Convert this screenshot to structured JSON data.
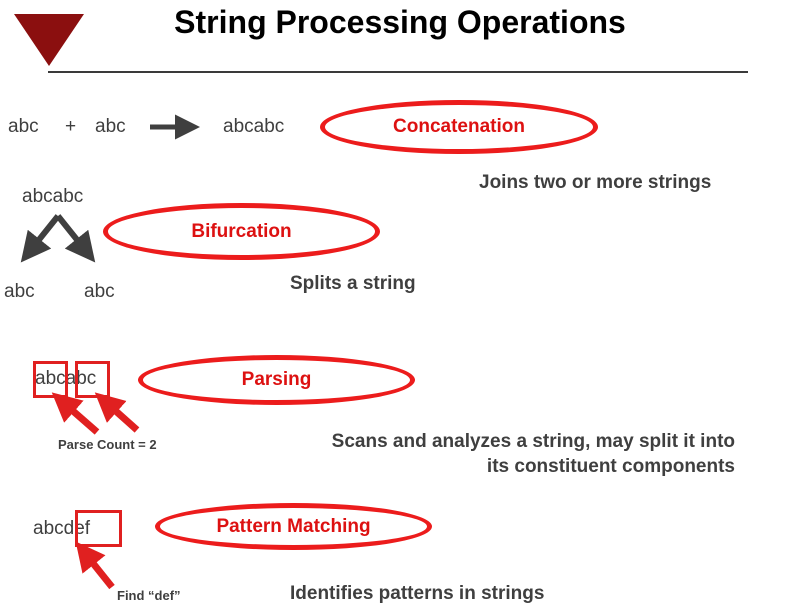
{
  "slide": {
    "title": "String Processing Operations",
    "accent_red": "#ec1c1c",
    "label_red": "#dd1111",
    "triangle_color": "#8b0f0f",
    "text_color": "#3f3f3f"
  },
  "operations": [
    {
      "key": "concatenation",
      "name": "Concatenation",
      "description": "Joins two or more strings",
      "example_left": "abc",
      "example_operator": "+",
      "example_right": "abc",
      "example_result": "abcabc"
    },
    {
      "key": "bifurcation",
      "name": "Bifurcation",
      "description": "Splits a string",
      "example_source": "abcabc",
      "example_part_1": "abc",
      "example_part_2": "abc"
    },
    {
      "key": "parsing",
      "name": "Parsing",
      "description_line_1": "Scans and analyzes a string, may split it into",
      "description_line_2": "its constituent components",
      "example_source": "abcabc",
      "annotation": "Parse Count = 2"
    },
    {
      "key": "pattern-matching",
      "name": "Pattern Matching",
      "description": "Identifies patterns in strings",
      "example_source": "abcdef",
      "annotation": "Find “def”"
    }
  ]
}
